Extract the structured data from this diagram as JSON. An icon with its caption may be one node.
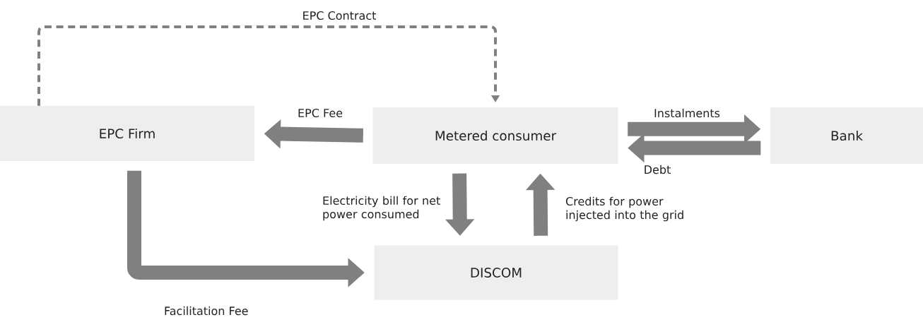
{
  "diagram": {
    "nodes": [
      {
        "text": [
          "EPC Firm"
        ]
      },
      {
        "text": [
          "Metered consumer"
        ]
      },
      {
        "text": [
          "Bank"
        ]
      },
      {
        "text": [
          "DISCOM"
        ]
      }
    ],
    "edges": [
      {
        "from": 0,
        "to": 1,
        "arrow": "to",
        "label": "EPC Contract",
        "style": "dashed"
      },
      {
        "from": 1,
        "to": 0,
        "arrow": "to",
        "label": "EPC Fee"
      },
      {
        "from": 1,
        "to": 2,
        "arrow": "to",
        "label": "Instalments"
      },
      {
        "from": 2,
        "to": 1,
        "arrow": "to",
        "label": "Debt"
      },
      {
        "from": 1,
        "to": 3,
        "arrow": "to",
        "label": "Electricity bill for net power consumed"
      },
      {
        "from": 3,
        "to": 1,
        "arrow": "to",
        "label": "Credits for power injected into the grid"
      },
      {
        "from": 0,
        "to": 3,
        "arrow": "to",
        "label": "Facilitation Fee"
      }
    ]
  }
}
